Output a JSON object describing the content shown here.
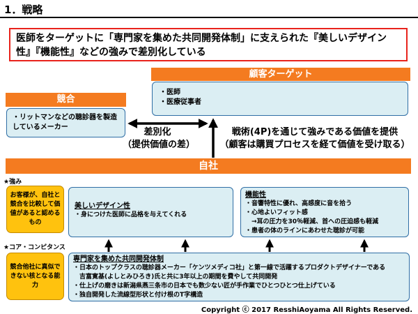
{
  "page_title": "1．戦略",
  "headline": "医師をターゲットに「専門家を集めた共同開発体制」に支えられた『美しいデザイン性』『機能性』などの強みで差別化している",
  "customer": {
    "header": "顧客ターゲット",
    "items": [
      "・医師",
      "・医療従事者"
    ]
  },
  "competitor": {
    "header": "競合",
    "text": "・リットマンなどの聴診器を製造しているメーカー"
  },
  "differentiation": {
    "line1": "差別化",
    "line2": "（提供価値の差）"
  },
  "tactics": {
    "line1": "戦術(4P)を通じて強みである価値を提供",
    "line2": "（顧客は購買プロセスを経て価値を受け取る）"
  },
  "company": {
    "header": "自社"
  },
  "strengths": {
    "section_label": "★強み",
    "side_label": "お客様が、自社と競合を比較して価値があると認めるもの",
    "design": {
      "title": "美しいデザイン性",
      "items": [
        "・身につけた医師に品格を与えてくれる"
      ]
    },
    "function": {
      "title": "機能性",
      "items": [
        "・音響特性に優れ、高感度に音を拾う",
        "・心地よいフィット感",
        "　→耳の圧力を30％軽減、首への圧迫感も軽減",
        "・患者の体のラインにあわせた聴診が可能"
      ]
    }
  },
  "core": {
    "section_label": "★コア・コンピタンス",
    "side_label": "競合他社に真似できない核となる能力",
    "title": "専門家を集めた共同開発体制",
    "items": [
      "・日本のトップクラスの聴診器メーカー「ケンツメディコ社」と第一線で活躍するプロダクトデザイナーである",
      "　吉富寛基(よしとみひろき)氏と共に3年以上の期間を費やして共同開発",
      "・仕上げの磨きは新潟県燕三条市の日本でも数少ない匠が手作業でひとつひとつ仕上げている",
      "・独自開発した流線型形状と付け根のT字構造"
    ]
  },
  "copyright": "Copyright ⓒ 2017 ResshiAoyama All Rights Reserved.",
  "colors": {
    "orange": "#f47b20",
    "pale_blue": "#dbeef3",
    "yellow": "#ffc20e",
    "red_border": "#e8231c"
  }
}
